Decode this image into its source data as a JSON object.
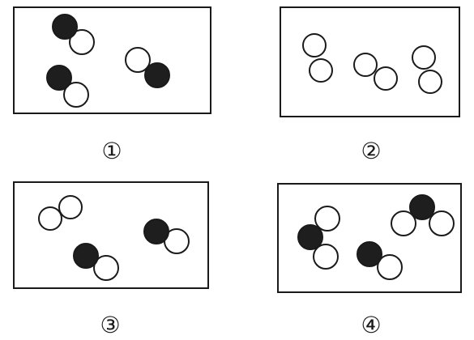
{
  "colors": {
    "white_atom": "#ffffff",
    "black_atom": "#1e1e1e",
    "stroke": "#1a1a1a"
  },
  "panels": [
    {
      "label": "①",
      "molecules": [
        {
          "atoms": [
            "black",
            "white"
          ]
        },
        {
          "atoms": [
            "black",
            "white"
          ]
        },
        {
          "atoms": [
            "white",
            "black"
          ]
        }
      ]
    },
    {
      "label": "②",
      "molecules": [
        {
          "atoms": [
            "white",
            "white"
          ]
        },
        {
          "atoms": [
            "white",
            "white"
          ]
        },
        {
          "atoms": [
            "white",
            "white"
          ]
        }
      ]
    },
    {
      "label": "③",
      "molecules": [
        {
          "atoms": [
            "white",
            "white"
          ]
        },
        {
          "atoms": [
            "black",
            "white"
          ]
        },
        {
          "atoms": [
            "black",
            "white"
          ]
        }
      ]
    },
    {
      "label": "④",
      "molecules": [
        {
          "atoms": [
            "white",
            "black",
            "white"
          ]
        },
        {
          "atoms": [
            "white",
            "black",
            "white"
          ]
        },
        {
          "atoms": [
            "black",
            "white"
          ]
        }
      ]
    }
  ]
}
